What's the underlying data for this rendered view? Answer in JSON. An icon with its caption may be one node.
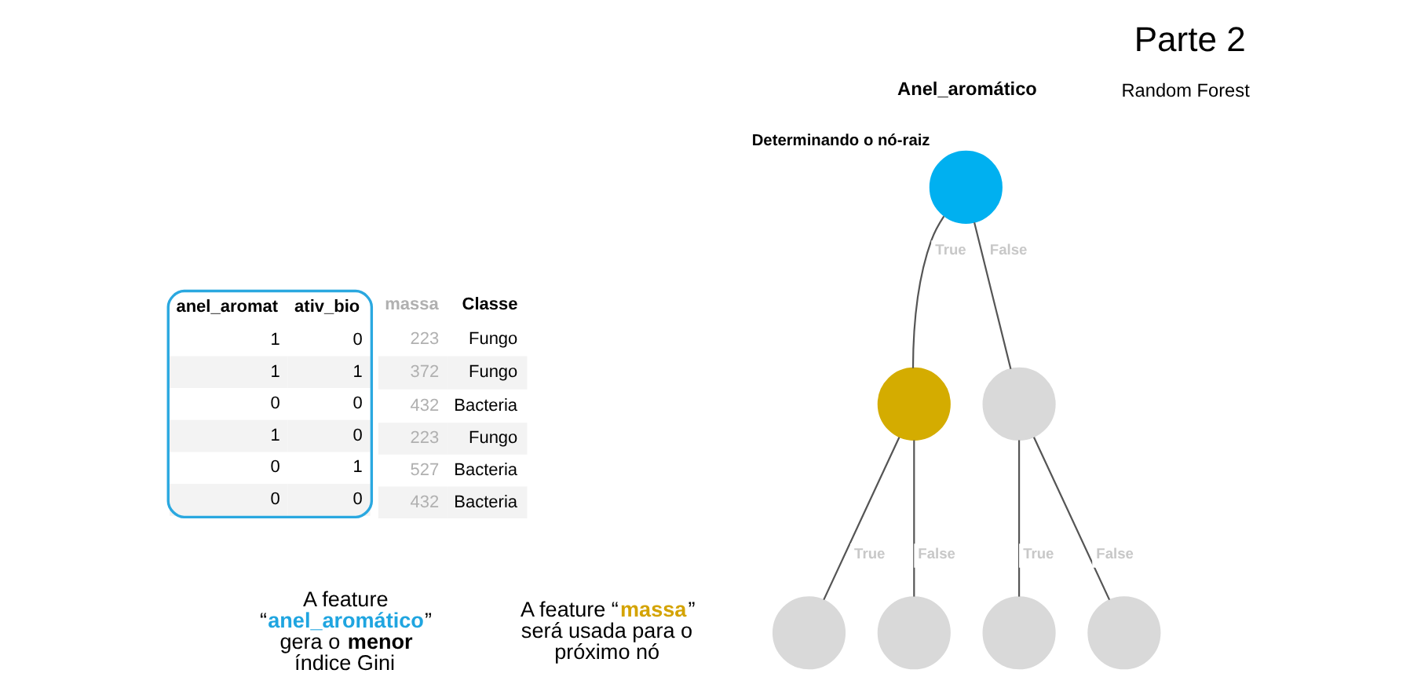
{
  "diagram": {
    "title": "Parte 2",
    "nodes": [
      {
        "text": [
          "Anel_aromático"
        ],
        "beside": [
          "Determinando o nó-raiz"
        ]
      },
      {
        "text": [],
        "shape": "circle"
      },
      {
        "text": [],
        "shape": "circle"
      },
      {
        "text": [],
        "shape": "circle"
      },
      {
        "text": [],
        "shape": "circle"
      },
      {
        "text": [],
        "shape": "circle"
      },
      {
        "text": [],
        "shape": "circle"
      }
    ],
    "edges": [
      {
        "from": 0,
        "to": 1,
        "arrow": "none",
        "label": "True"
      },
      {
        "from": 0,
        "to": 2,
        "arrow": "none",
        "label": "False"
      },
      {
        "from": 1,
        "to": 3,
        "arrow": "none",
        "label": "True"
      },
      {
        "from": 1,
        "to": 4,
        "arrow": "none",
        "label": "False"
      },
      {
        "from": 2,
        "to": 5,
        "arrow": "none",
        "label": "True"
      },
      {
        "from": 2,
        "to": 6,
        "arrow": "none",
        "label": "False"
      }
    ],
    "labels": [
      "anel_aromat",
      "ativ_bio",
      "massa",
      "Classe",
      "1",
      "0",
      "223",
      "Fungo",
      "1",
      "1",
      "372",
      "Fungo",
      "0",
      "0",
      "432",
      "Bacteria",
      "1",
      "0",
      "223",
      "Fungo",
      "0",
      "1",
      "527",
      "Bacteria",
      "0",
      "0",
      "432",
      "Bacteria",
      "Random Forest",
      "A feature “**anel_aromático**” gera o **menor** índice Gini",
      "A feature “**massa**” será usada para o próximo nó"
    ]
  }
}
